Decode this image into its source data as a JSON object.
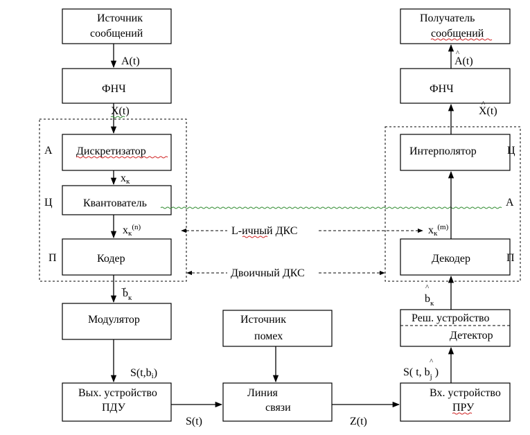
{
  "blocks": {
    "source_l1": "Источник",
    "source_l2": "сообщений",
    "lpf_tx": "ФНЧ",
    "sampler": "Дискретизатор",
    "quantizer": "Квантователь",
    "encoder": "Кодер",
    "modulator": "Модулятор",
    "tx_out_l1": "Вых. устройство",
    "tx_out_l2": "ПДУ",
    "noise_l1": "Источник",
    "noise_l2": "помех",
    "channel_l1": "Линия",
    "channel_l2": "связи",
    "rx_in_l1": "Вх. устройство",
    "rx_in_l2": "ПРУ",
    "decision": "Реш. устройство",
    "detector": "Детектор",
    "decoder": "Декодер",
    "interpolator": "Интерполятор",
    "lpf_rx": "ФНЧ",
    "receiver_l1": "Получатель",
    "receiver_l2": "сообщений"
  },
  "side_labels": {
    "left_a": "А",
    "left_c": "Ц",
    "left_p": "П",
    "right_c": "Ц",
    "right_a": "А",
    "right_p": "П"
  },
  "signals": {
    "a_t": "A(t)",
    "x_t": "X(t)",
    "x_k": "x",
    "x_k_sub": "к",
    "x_kn": "x",
    "x_kn_sub": "к",
    "x_kn_sup": "(n)",
    "b_k": "b",
    "b_k_sub": "к",
    "s_t_bi": "S(t,b",
    "s_t_bi_sub": "i",
    "s_t_bi_end": ")",
    "s_t": "S(t)",
    "z_t": "Z(t)",
    "s_t_bj": "S( t, b",
    "s_t_bj_sub": "j",
    "s_t_bj_end": " )",
    "b_k_hat": "b",
    "b_k_hat_sub": "к",
    "x_km": "x",
    "x_km_sub": "к",
    "x_km_sup": "(m)",
    "x_t_hat": "X(t)",
    "a_t_hat": "A(t)"
  },
  "channels": {
    "l_ary": "L-ичный ДКС",
    "binary": "Двоичный ДКС"
  },
  "hat": "^",
  "arrow": "→"
}
